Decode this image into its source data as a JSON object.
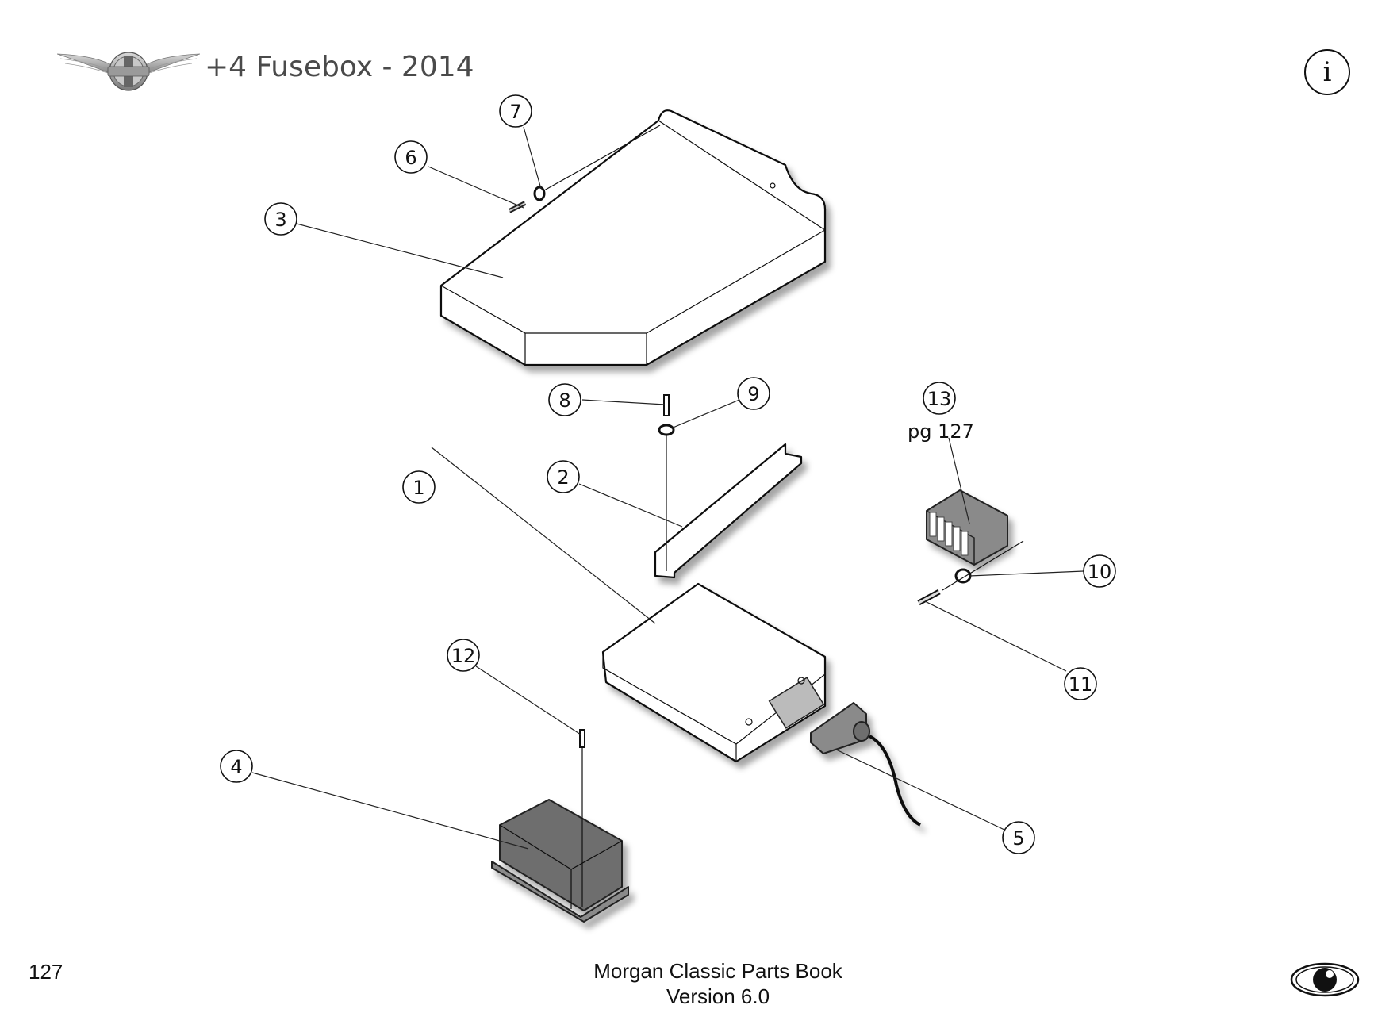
{
  "header": {
    "title": "+4 Fusebox - 2014",
    "logo_icon": "morgan-winged-logo-icon",
    "info_icon": "info-icon",
    "info_label": "i"
  },
  "diagram": {
    "callouts": [
      {
        "id": "1",
        "label": "1"
      },
      {
        "id": "2",
        "label": "2"
      },
      {
        "id": "3",
        "label": "3"
      },
      {
        "id": "4",
        "label": "4"
      },
      {
        "id": "5",
        "label": "5"
      },
      {
        "id": "6",
        "label": "6"
      },
      {
        "id": "7",
        "label": "7"
      },
      {
        "id": "8",
        "label": "8"
      },
      {
        "id": "9",
        "label": "9"
      },
      {
        "id": "10",
        "label": "10"
      },
      {
        "id": "11",
        "label": "11"
      },
      {
        "id": "12",
        "label": "12"
      },
      {
        "id": "13",
        "label": "13"
      }
    ],
    "page_ref": "pg 127"
  },
  "footer": {
    "page_number": "127",
    "book_title": "Morgan Classic Parts Book",
    "version": "Version 6.0",
    "eye_icon": "eye-icon"
  },
  "colors": {
    "text": "#222222",
    "title": "#4a4a4a",
    "part_grey": "#8a8a8a"
  }
}
